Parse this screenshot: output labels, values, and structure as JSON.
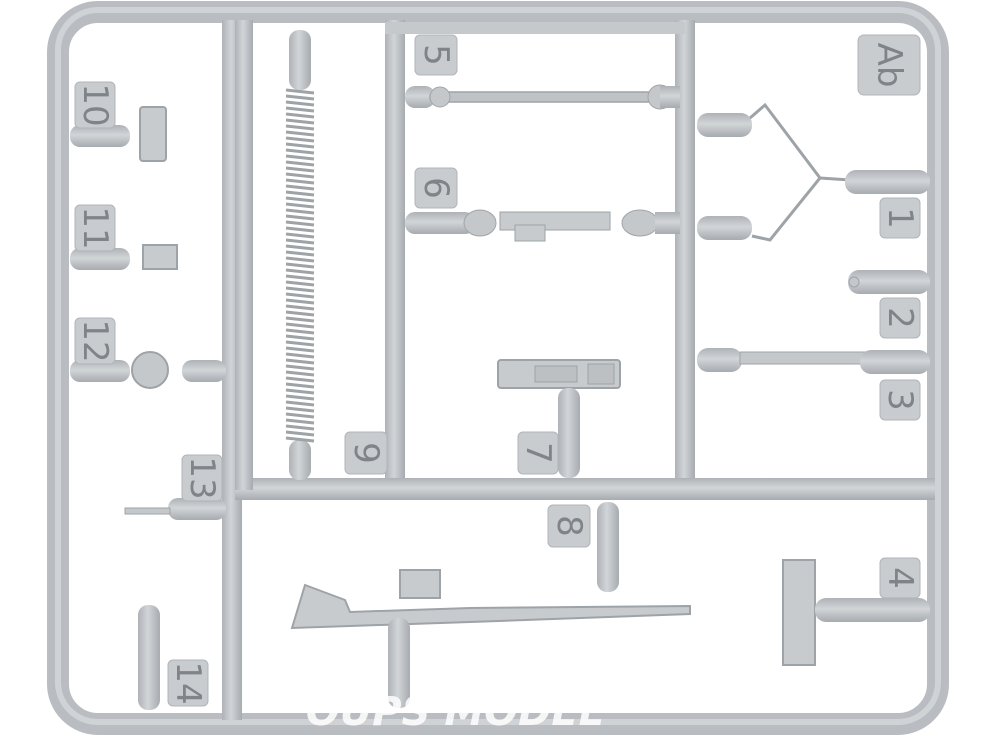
{
  "sprue": {
    "code": "Ab",
    "part_numbers": [
      "1",
      "2",
      "3",
      "4",
      "5",
      "6",
      "7",
      "8",
      "9",
      "10",
      "11",
      "12",
      "13",
      "14"
    ],
    "color": "#c2c6c9",
    "shade": "#a9aeb2",
    "background": "#ffffff"
  },
  "watermark": {
    "text": "OUPS MODEL"
  }
}
